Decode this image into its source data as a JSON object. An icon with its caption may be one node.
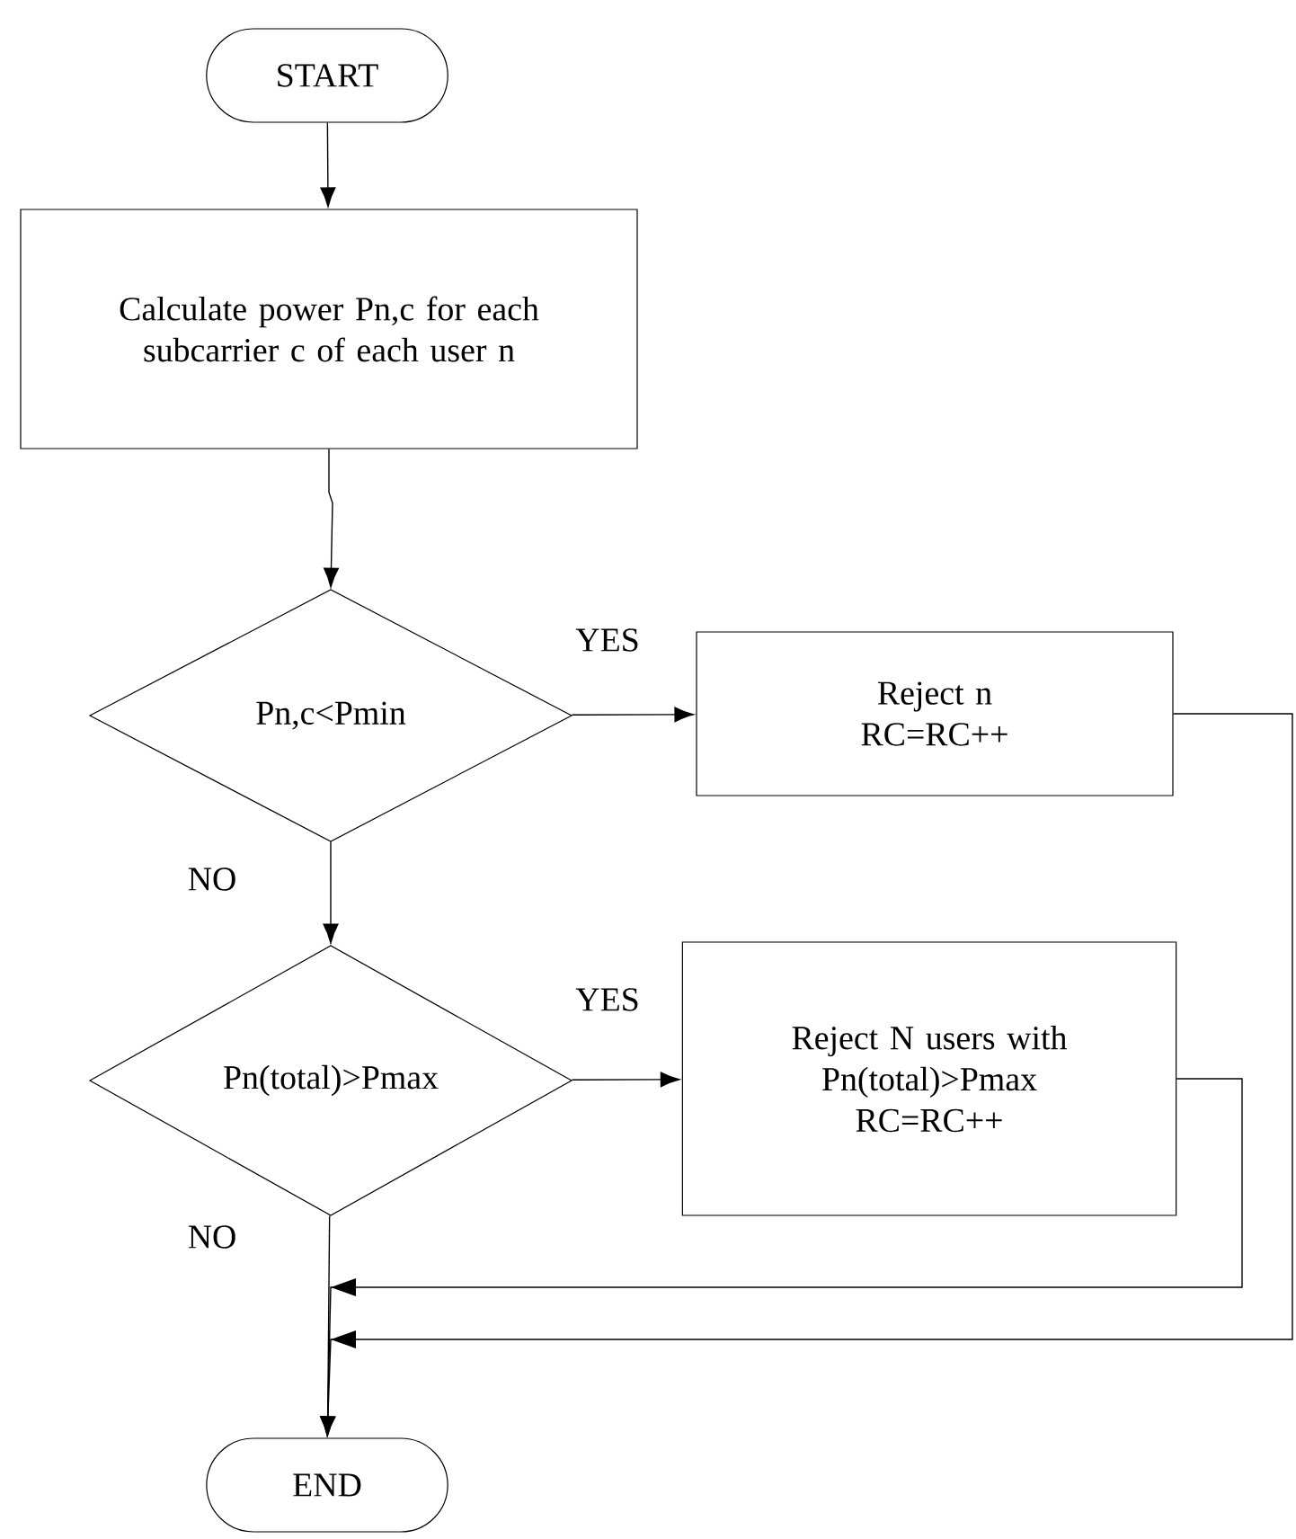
{
  "diagram": {
    "nodes": [
      {
        "text": [
          "START"
        ]
      },
      {
        "text": [
          "Calculate power Pn,c for each subcarrier c of each user n"
        ]
      },
      {
        "text": [
          "Pn,c<Pmin"
        ]
      },
      {
        "text": [
          "Reject n",
          "RC=RC++"
        ]
      },
      {
        "text": [
          "Pn(total)>Pmax"
        ]
      },
      {
        "text": [
          "Reject N users with Pn(total)>Pmax",
          "RC=RC++"
        ]
      },
      {
        "text": [
          "END"
        ]
      }
    ],
    "edges": [
      {
        "from": 0,
        "to": 1,
        "arrow": "to"
      },
      {
        "from": 1,
        "to": 2,
        "arrow": "to"
      },
      {
        "from": 2,
        "to": 3,
        "arrow": "to",
        "label": "YES"
      },
      {
        "from": 2,
        "to": 4,
        "arrow": "to",
        "label": "NO"
      },
      {
        "from": 4,
        "to": 5,
        "arrow": "to",
        "label": "YES"
      },
      {
        "from": 4,
        "to": 6,
        "arrow": "to",
        "label": "NO"
      },
      {
        "from": 5,
        "to": 6,
        "arrow": "to"
      },
      {
        "from": 3,
        "to": 6,
        "arrow": "to"
      }
    ]
  }
}
